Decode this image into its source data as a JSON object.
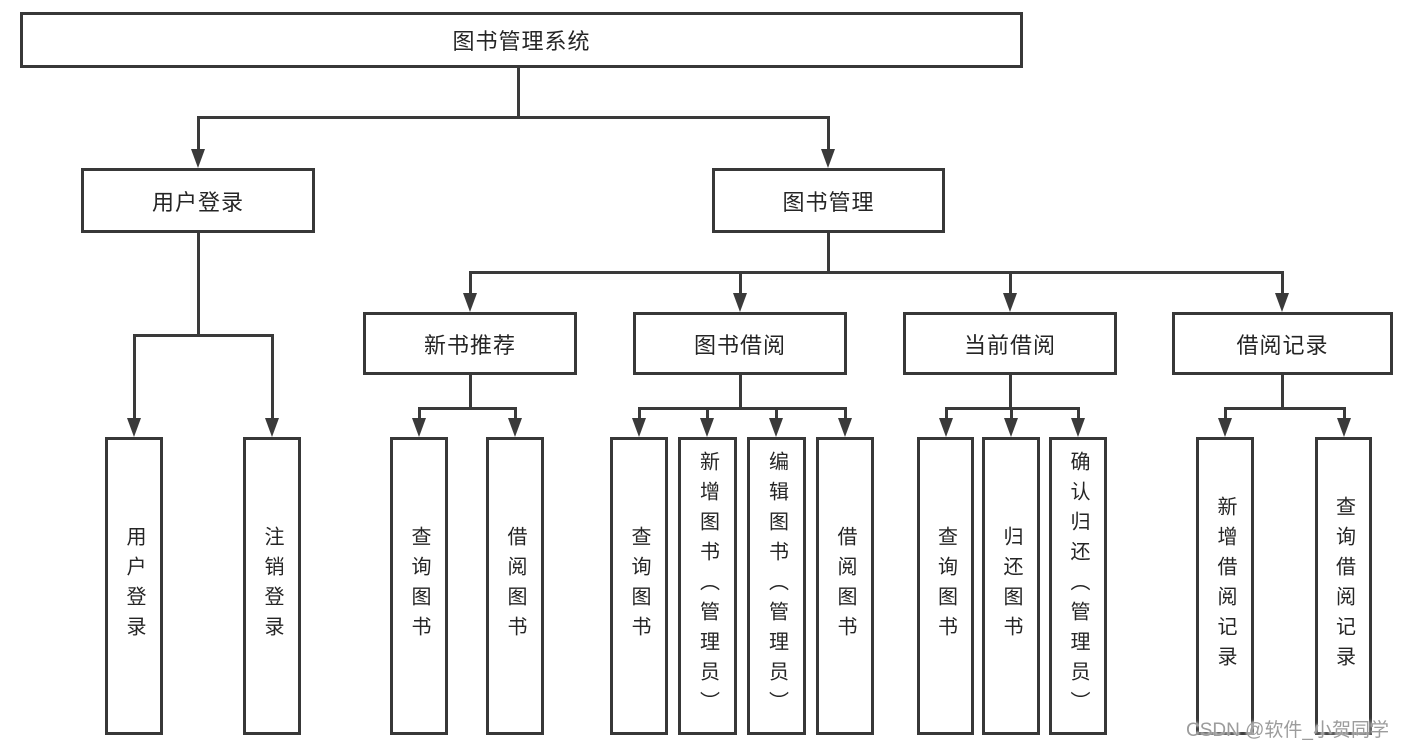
{
  "diagram": {
    "title": "图书管理系统",
    "root": {
      "label": "图书管理系统"
    },
    "branches": [
      {
        "label": "用户登录",
        "children": [
          {
            "label": "用户登录"
          },
          {
            "label": "注销登录"
          }
        ]
      },
      {
        "label": "图书管理",
        "children": [
          {
            "label": "新书推荐",
            "children": [
              {
                "label": "查询图书"
              },
              {
                "label": "借阅图书"
              }
            ]
          },
          {
            "label": "图书借阅",
            "children": [
              {
                "label": "查询图书"
              },
              {
                "label": "新增图书（管理员）"
              },
              {
                "label": "编辑图书（管理员）"
              },
              {
                "label": "借阅图书"
              }
            ]
          },
          {
            "label": "当前借阅",
            "children": [
              {
                "label": "查询图书"
              },
              {
                "label": "归还图书"
              },
              {
                "label": "确认归还（管理员）"
              }
            ]
          },
          {
            "label": "借阅记录",
            "children": [
              {
                "label": "新增借阅记录"
              },
              {
                "label": "查询借阅记录"
              }
            ]
          }
        ]
      }
    ],
    "line_color": "#3a3a3a",
    "border_color": "#383838"
  },
  "watermark": {
    "text": "CSDN @软件_小贺同学"
  }
}
